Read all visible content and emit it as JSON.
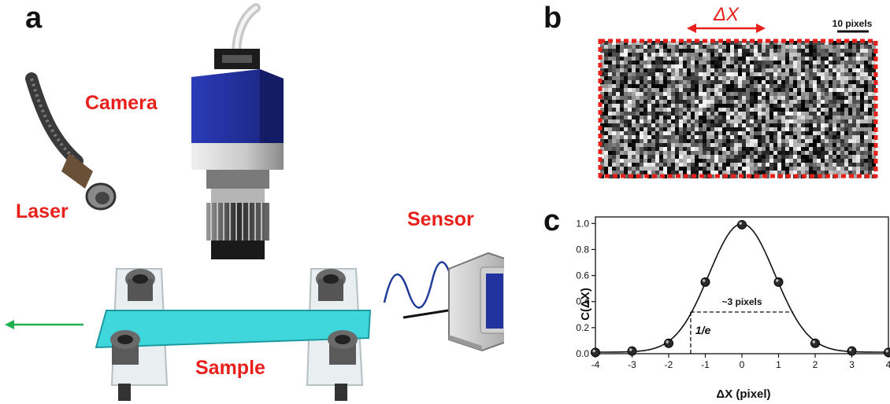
{
  "panels": {
    "a": "a",
    "b": "b",
    "c": "c"
  },
  "labels": {
    "camera": "Camera",
    "laser": "Laser",
    "sensor": "Sensor",
    "sample": "Sample"
  },
  "speckle": {
    "delta_label": "ΔX",
    "scale_label": "10 pixels"
  },
  "colors": {
    "label_red": "#e8201c",
    "camera_blue": "#2233a0",
    "sample_cyan": "#3fd6dc",
    "arrow_green": "#20b050",
    "wave_blue": "#1f3a9a"
  },
  "chart_data": {
    "type": "scatter",
    "xlabel": "ΔX (pixel)",
    "ylabel": "C(ΔX)",
    "xlim": [
      -4,
      4
    ],
    "ylim": [
      0,
      1.05
    ],
    "x_ticks": [
      "-4",
      "-3",
      "-2",
      "-1",
      "0",
      "1",
      "2",
      "3",
      "4"
    ],
    "y_ticks": [
      "0.0",
      "0.2",
      "0.4",
      "0.6",
      "0.8",
      "1.0"
    ],
    "points": [
      {
        "x": -4,
        "y": 0.01
      },
      {
        "x": -3,
        "y": 0.02
      },
      {
        "x": -2,
        "y": 0.08
      },
      {
        "x": -1,
        "y": 0.55
      },
      {
        "x": 0,
        "y": 0.99
      },
      {
        "x": 1,
        "y": 0.55
      },
      {
        "x": 2,
        "y": 0.08
      },
      {
        "x": 3,
        "y": 0.02
      },
      {
        "x": 4,
        "y": 0.01
      }
    ],
    "annotations": {
      "width_label": "~3 pixels",
      "threshold_label": "1/e",
      "threshold_y": 0.32,
      "width_x": [
        -1.4,
        1.4
      ]
    }
  }
}
